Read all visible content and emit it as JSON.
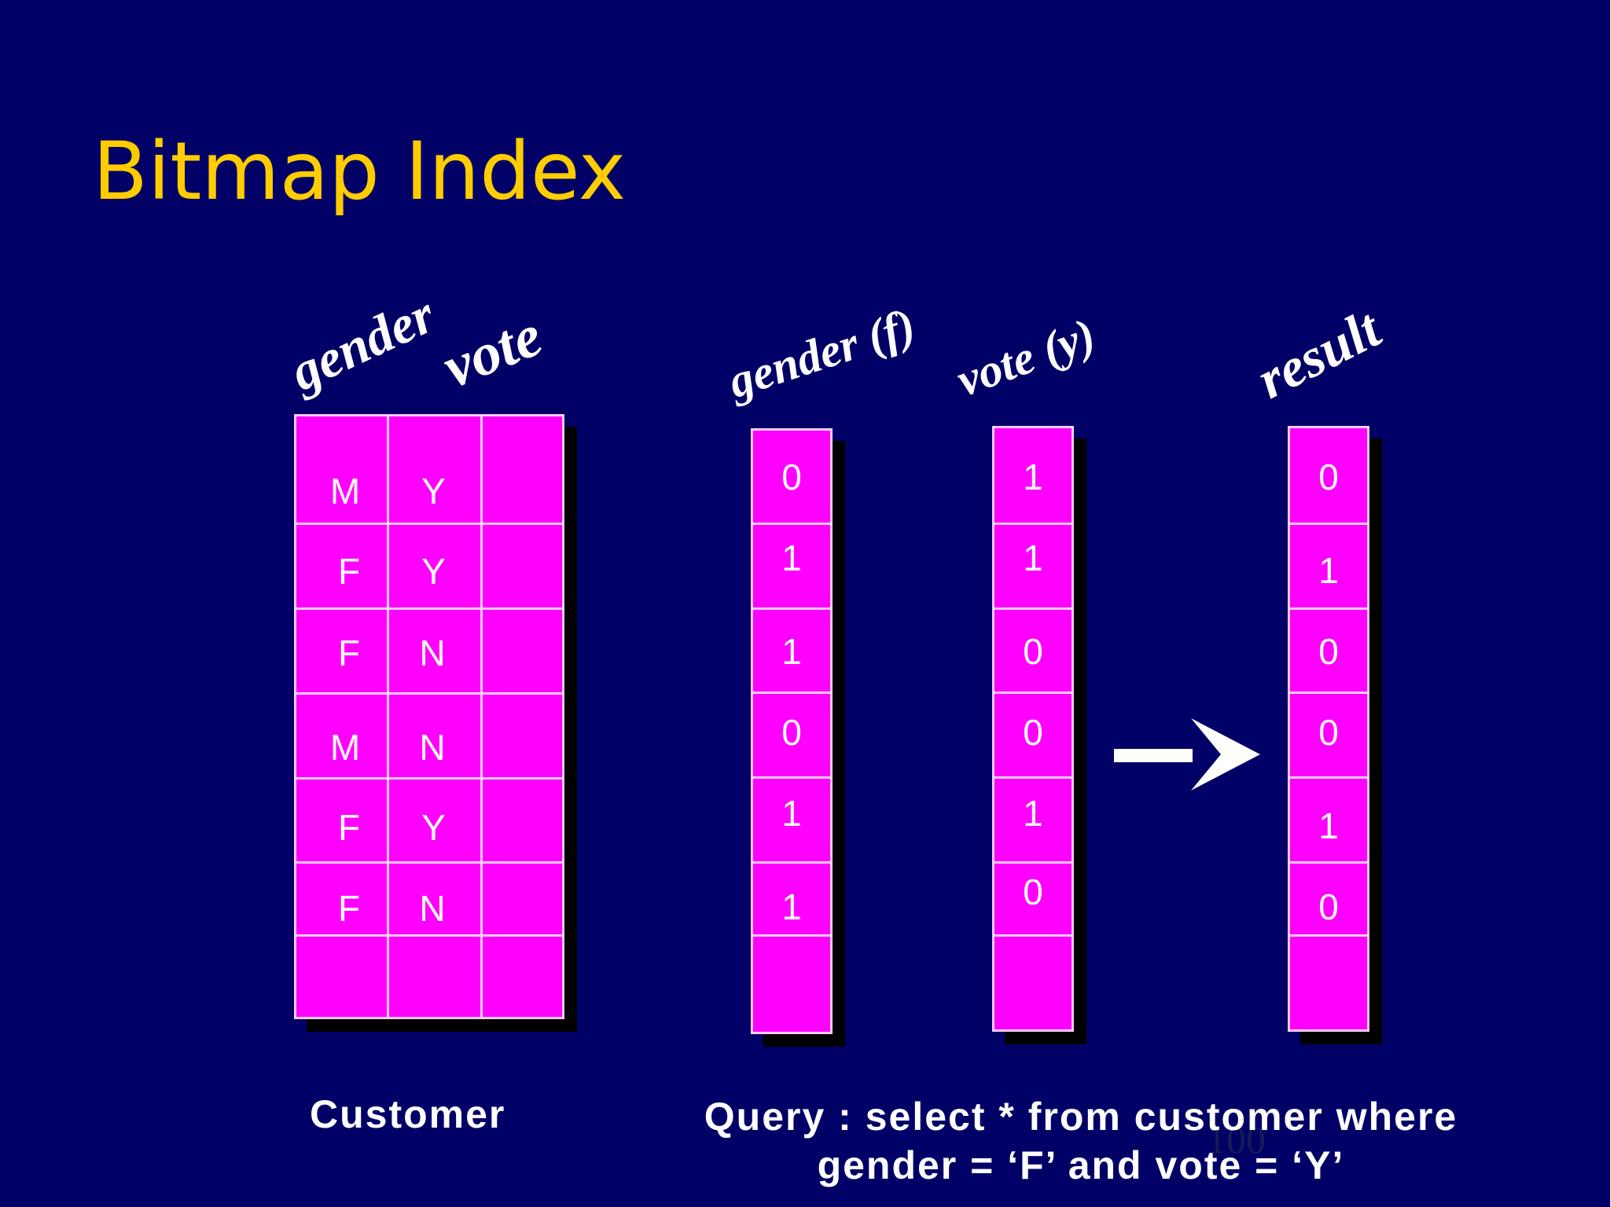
{
  "title": "Bitmap Index",
  "customer_table": {
    "headers": [
      "gender",
      "vote"
    ],
    "rows": [
      [
        "M",
        "Y"
      ],
      [
        "F",
        "Y"
      ],
      [
        "F",
        "N"
      ],
      [
        "M",
        "N"
      ],
      [
        "F",
        "Y"
      ],
      [
        "F",
        "N"
      ]
    ],
    "caption": "Customer"
  },
  "bitmaps": [
    {
      "label": "gender (f)",
      "bits": [
        "0",
        "1",
        "1",
        "0",
        "1",
        "1"
      ]
    },
    {
      "label": "vote (y)",
      "bits": [
        "1",
        "1",
        "0",
        "0",
        "1",
        "0"
      ]
    },
    {
      "label": "result",
      "bits": [
        "0",
        "1",
        "0",
        "0",
        "1",
        "0"
      ]
    }
  ],
  "query": {
    "line1": "Query : select * from customer where",
    "line2": "gender = ‘F’ and vote = ‘Y’"
  },
  "page_number": "100",
  "colors": {
    "background": "#000066",
    "title": "#FFCC00",
    "cell_fill": "#FF00FF",
    "grid": "#FFCCFF",
    "text": "#FFFFFF"
  }
}
